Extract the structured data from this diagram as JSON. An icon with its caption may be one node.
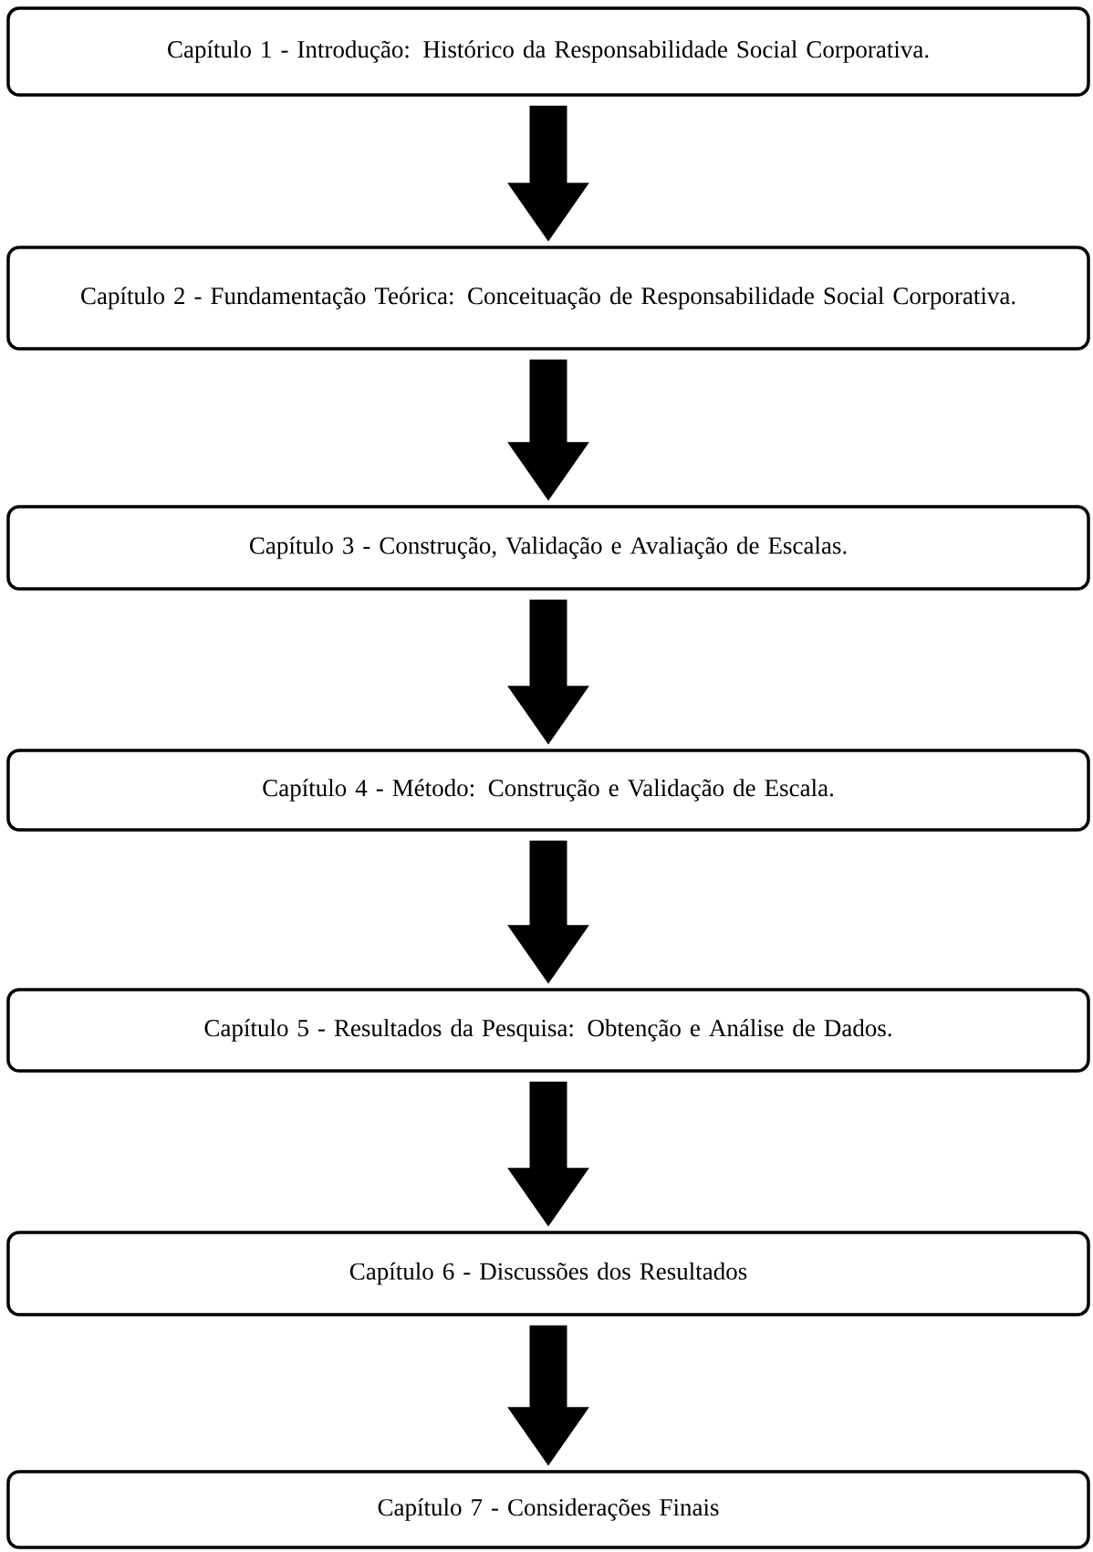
{
  "diagram": {
    "nodes": [
      {
        "text": [
          "Capítulo 1 - Introdução: Histórico da Responsabilidade Social Corporativa."
        ]
      },
      {
        "text": [
          "Capítulo 2 - Fundamentação Teórica: Conceituação de Responsabilidade Social Corporativa."
        ]
      },
      {
        "text": [
          "Capítulo 3 - Construção, Validação e Avaliação de Escalas."
        ]
      },
      {
        "text": [
          "Capítulo 4 - Método: Construção e Validação de Escala."
        ]
      },
      {
        "text": [
          "Capítulo 5 - Resultados da Pesquisa: Obtenção e Análise de Dados."
        ]
      },
      {
        "text": [
          "Capítulo 6 - Discussões dos Resultados"
        ]
      },
      {
        "text": [
          "Capítulo 7 - Considerações Finais"
        ]
      }
    ],
    "edges": [
      {
        "from": 0,
        "to": 1,
        "arrow": "to"
      },
      {
        "from": 1,
        "to": 2,
        "arrow": "to"
      },
      {
        "from": 2,
        "to": 3,
        "arrow": "to"
      },
      {
        "from": 3,
        "to": 4,
        "arrow": "to"
      },
      {
        "from": 4,
        "to": 5,
        "arrow": "to"
      },
      {
        "from": 5,
        "to": 6,
        "arrow": "to"
      }
    ]
  }
}
